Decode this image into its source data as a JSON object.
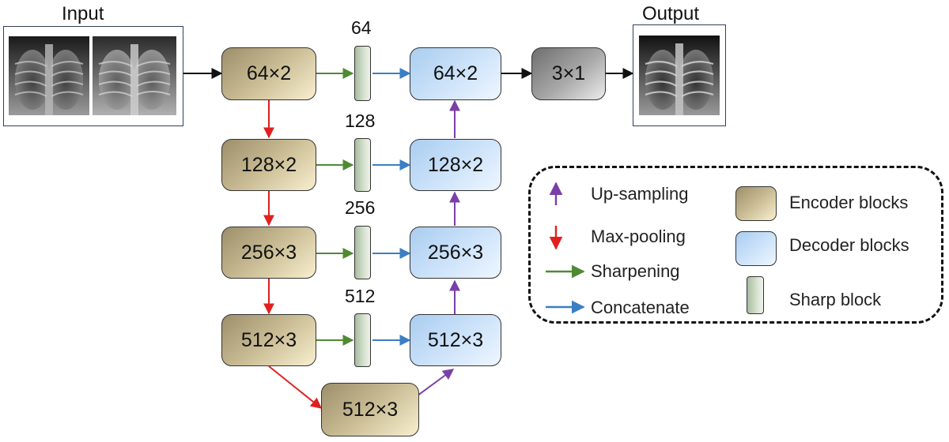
{
  "io": {
    "input_label": "Input",
    "output_label": "Output"
  },
  "encoder": [
    {
      "label": "64×2"
    },
    {
      "label": "128×2"
    },
    {
      "label": "256×3"
    },
    {
      "label": "512×3"
    }
  ],
  "bottleneck": {
    "label": "512×3"
  },
  "sharp_blocks": [
    {
      "channels": "64"
    },
    {
      "channels": "128"
    },
    {
      "channels": "256"
    },
    {
      "channels": "512"
    }
  ],
  "decoder": [
    {
      "label": "64×2"
    },
    {
      "label": "128×2"
    },
    {
      "label": "256×3"
    },
    {
      "label": "512×3"
    }
  ],
  "output_block": {
    "label": "3×1"
  },
  "legend": {
    "arrows": [
      {
        "label": "Up-sampling",
        "color": "#7a3fa8"
      },
      {
        "label": "Max-pooling",
        "color": "#e02020"
      },
      {
        "label": "Sharpening",
        "color": "#4f8a33"
      },
      {
        "label": "Concatenate",
        "color": "#3a7fc4"
      }
    ],
    "blocks": [
      {
        "label": "Encoder blocks"
      },
      {
        "label": "Decoder blocks"
      },
      {
        "label": "Sharp block"
      }
    ]
  },
  "colors": {
    "black_arrow": "#111111",
    "maxpool": "#e02020",
    "upsample": "#7a3fa8",
    "sharpen": "#4f8a33",
    "concat": "#3a7fc4"
  }
}
